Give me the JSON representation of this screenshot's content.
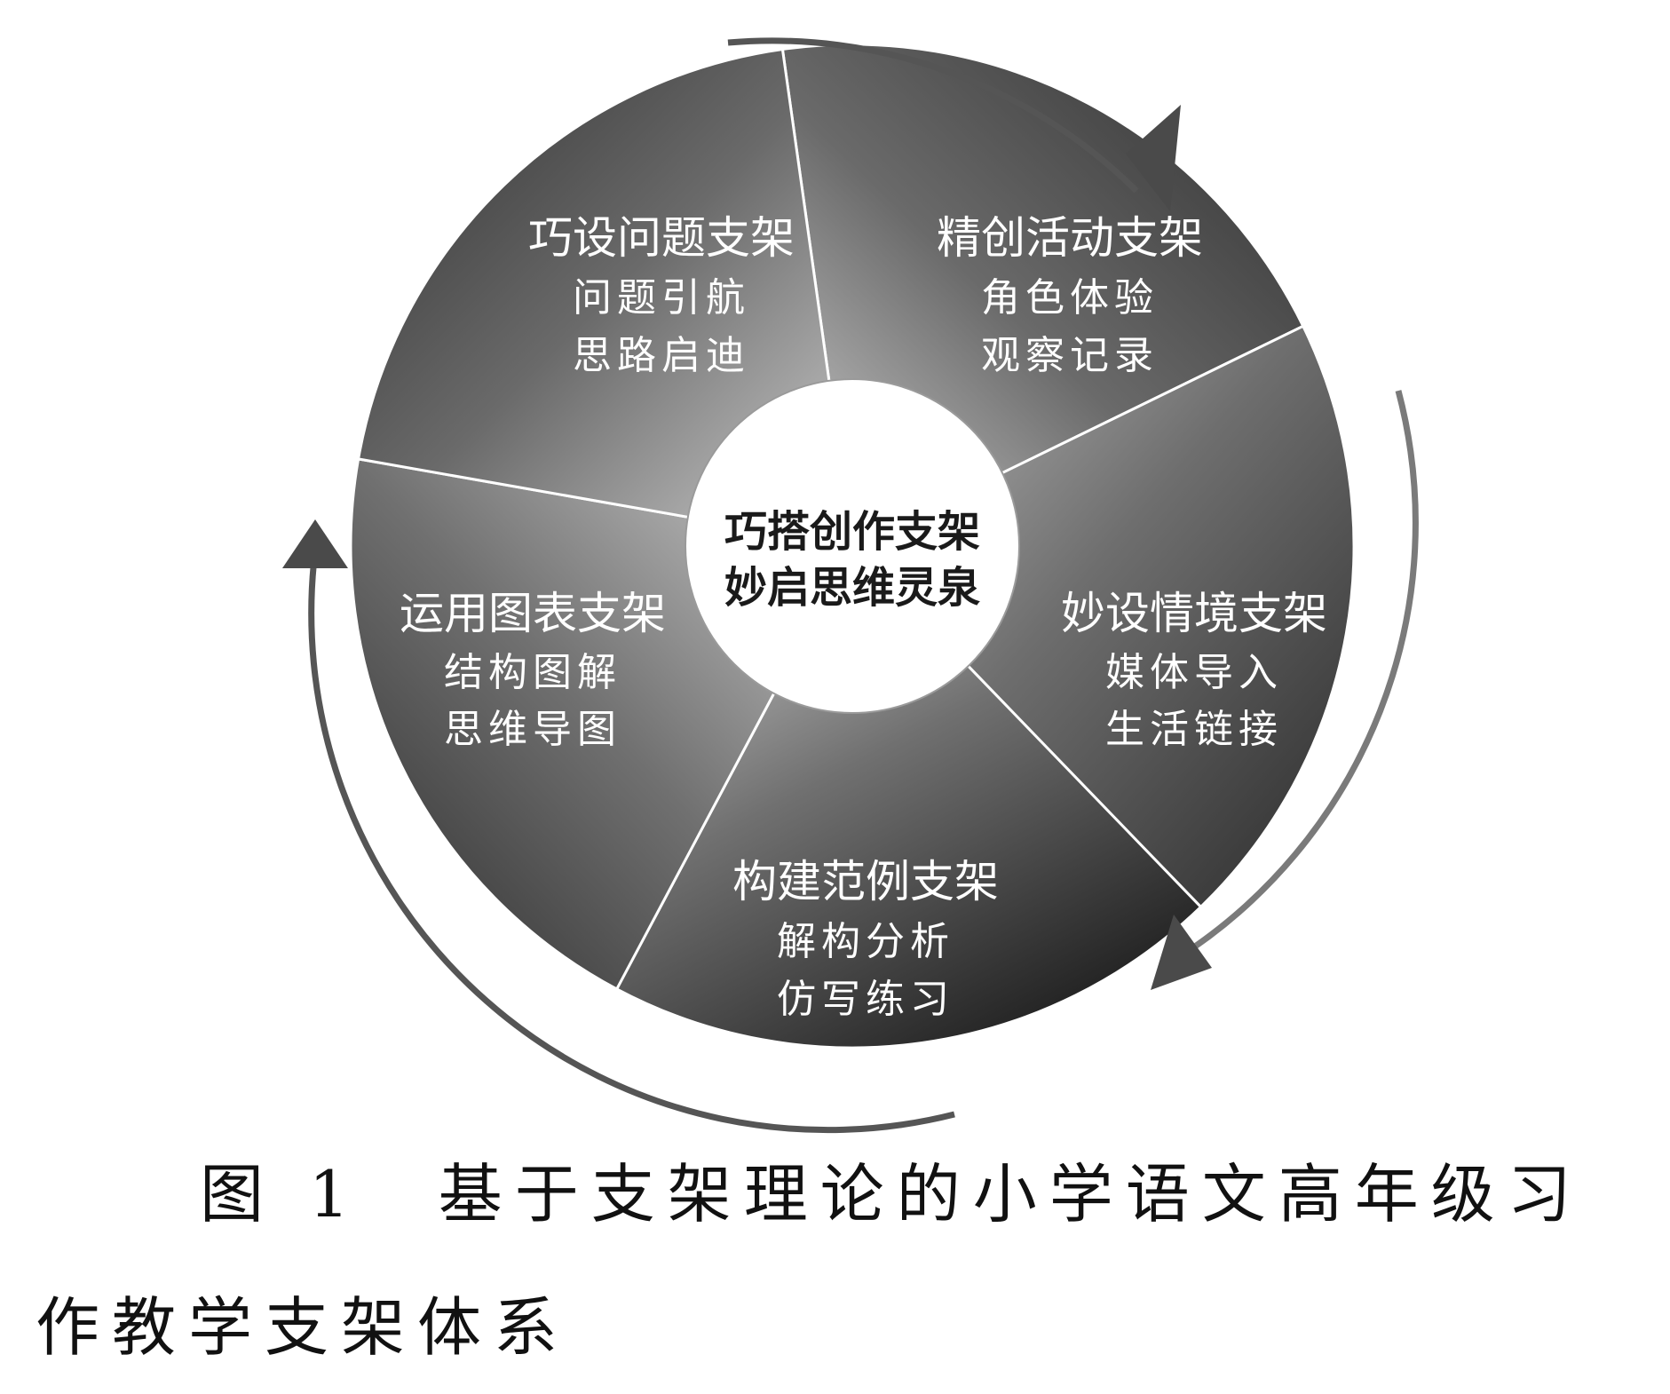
{
  "diagram": {
    "center": {
      "line1": "巧搭创作支架",
      "line2": "妙启思维灵泉"
    },
    "segments": [
      {
        "title": "巧设问题支架",
        "items": [
          "问题引航",
          "思路启迪"
        ]
      },
      {
        "title": "精创活动支架",
        "items": [
          "角色体验",
          "观察记录"
        ]
      },
      {
        "title": "妙设情境支架",
        "items": [
          "媒体导入",
          "生活链接"
        ]
      },
      {
        "title": "构建范例支架",
        "items": [
          "解构分析",
          "仿写练习"
        ]
      },
      {
        "title": "运用图表支架",
        "items": [
          "结构图解",
          "思维导图"
        ]
      }
    ]
  },
  "caption": {
    "line1": "图 1　基于支架理论的小学语文高年级习",
    "line2": "作教学支架体系"
  }
}
